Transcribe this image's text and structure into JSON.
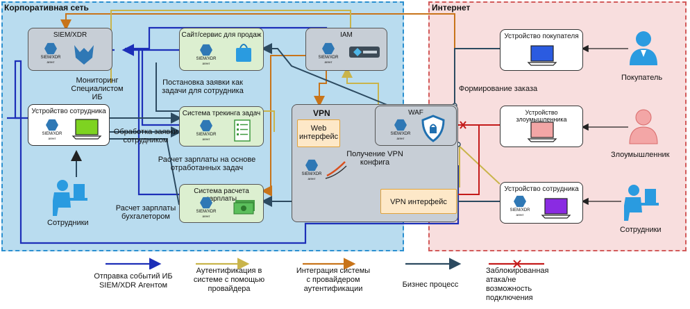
{
  "zones": {
    "corporate": "Корпоративная сеть",
    "internet": "Интернет"
  },
  "agent": {
    "label": "SIEM/XDR",
    "sub": "агент"
  },
  "boxes": {
    "siem": "SIEM/XDR",
    "sales": "Сайт/сервис для продаж",
    "iam": "IAM",
    "employee_device": "Устройство сотрудника",
    "tracking": "Система трекинга задач",
    "payroll": "Система расчета зарплаты",
    "vpn": "VPN",
    "web_interface": "Web интерфейс",
    "waf": "WAF",
    "vpn_interface": "VPN интерфейс",
    "buyer_device": "Устройство покупателя",
    "attacker_device": "Устройство злоумышленника",
    "remote_employee_device": "Устройство сотрудника"
  },
  "labels": {
    "monitoring": "Мониторинг Специалистом ИБ",
    "task_request": "Постановка заявки как задачи для сотрудника",
    "request_processing": "Обработка заявки сотрудником",
    "salary_calc": "Расчет зарплаты на основе отработанных задач",
    "salary_accountant": "Расчет зарплаты бухгалетором",
    "employees_local": "Сотрудники",
    "order_forming": "Формирование заказа",
    "vpn_config": "Получение VPN конфига",
    "buyer": "Покупатель",
    "attacker": "Злоумышленник",
    "employees_remote": "Сотрудники"
  },
  "legend": {
    "siem_events": "Отправка событий ИБ SIEM/XDR Агентом",
    "auth_provider": "Аутентификация в системе с помощью провайдера",
    "auth_integration": "Интеграция системы с провайдером аутентификации",
    "business": "Бизнес процесс",
    "blocked": "Заблокированная атака/не возможность подключения"
  },
  "colors": {
    "siem_line": "#1d2fb8",
    "auth_line": "#c9b44a",
    "integration_line": "#c8741a",
    "business_line": "#2c4a60",
    "blocked_line": "#c41a1a"
  }
}
